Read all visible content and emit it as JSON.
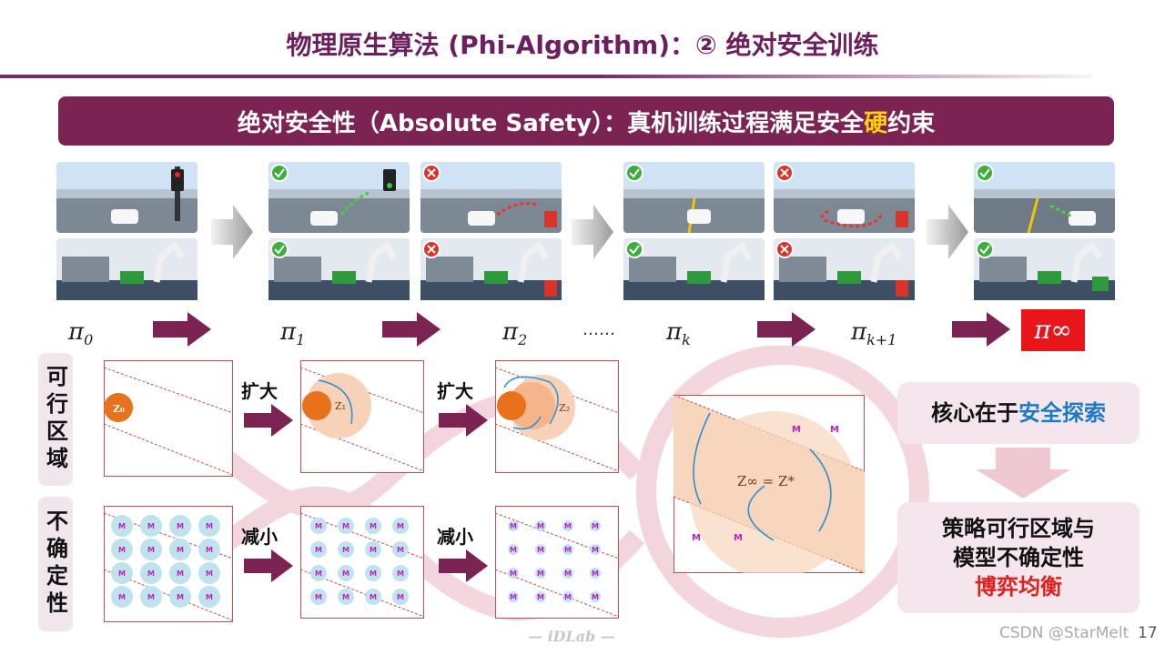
{
  "title": "物理原生算法 (Phi-Algorithm)：② 绝对安全训练",
  "banner": {
    "prefix": "绝对安全性（Absolute Safety）：真机训练过程满足安全",
    "highlight": "硬",
    "suffix": "约束"
  },
  "policies": {
    "pi0": {
      "symbol": "π",
      "sub": "0"
    },
    "pi1": {
      "symbol": "π",
      "sub": "1"
    },
    "pi2": {
      "symbol": "π",
      "sub": "2"
    },
    "ellipsis": "……",
    "pik": {
      "symbol": "π",
      "sub": "k"
    },
    "pik1": {
      "symbol": "π",
      "sub": "k+1"
    },
    "piinf": "π∞"
  },
  "rows": {
    "feasible": "可行区域",
    "uncertainty": "不确定性"
  },
  "steps": {
    "expand": "扩大",
    "reduce": "减小"
  },
  "zones": {
    "z0": "Z₀",
    "z1": "Z₁",
    "z2": "Z₂",
    "zinf": "Z∞ = Z*"
  },
  "mlabel": "M",
  "cards": {
    "core_prefix": "核心在于",
    "core_highlight": "安全探索",
    "result_line1": "策略可行区域与",
    "result_line2": "模型不确定性",
    "result_line3": "博弈均衡"
  },
  "footer": {
    "logo": "— iDLab —",
    "source": "CSDN @StarMelt",
    "page": "17"
  },
  "colors": {
    "title": "#6b1f5e",
    "banner": "#7b2352",
    "highlight": "#ffd200",
    "arrow": "#7b2352",
    "inf_box": "#e8151b",
    "accent_blue": "#1a7bc4",
    "accent_red": "#e01f1f",
    "zone": "#f5c7a8",
    "zone_dark": "#e8721c"
  }
}
